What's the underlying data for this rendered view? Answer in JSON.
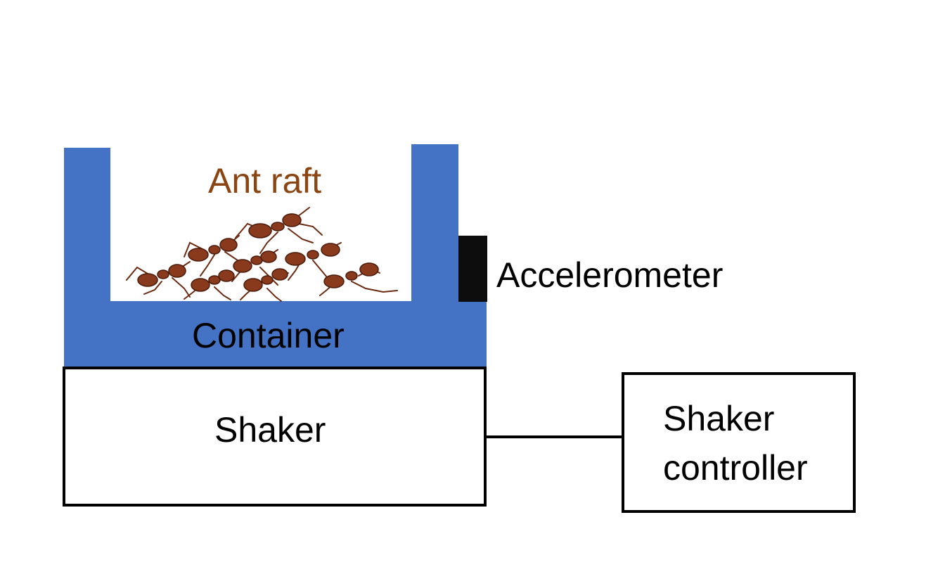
{
  "labels": {
    "ant_raft": "Ant raft",
    "accelerometer": "Accelerometer",
    "container": "Container",
    "shaker": "Shaker",
    "shaker_controller": [
      "Shaker",
      "controller"
    ]
  },
  "colors": {
    "container_blue": "#4472C4",
    "ant_raft_text": "#8B4513",
    "accelerometer_black": "#0d0d0d",
    "outline": "#000000",
    "ant_body": "#8a3a1c",
    "ant_dark": "#4a1a0a"
  },
  "icons": {
    "ant_cluster": "ant-cluster-illustration"
  }
}
